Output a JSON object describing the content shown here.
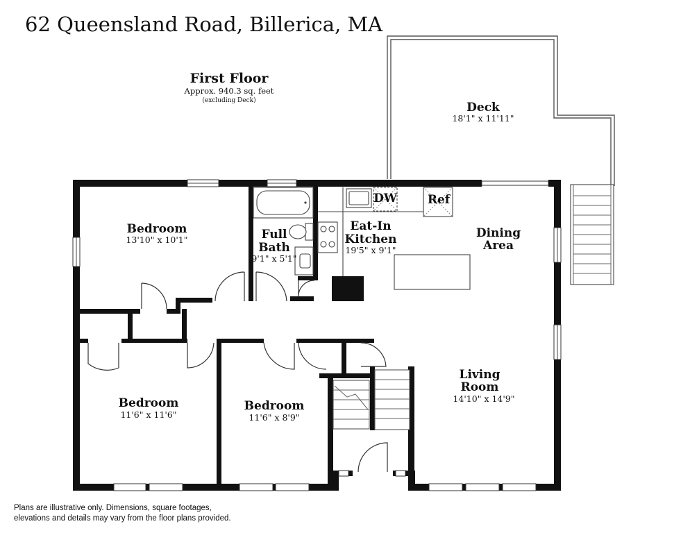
{
  "title": "62 Queensland Road, Billerica, MA",
  "floor": {
    "name": "First Floor",
    "area": "Approx. 940.3 sq. feet",
    "note": "(excluding Deck)"
  },
  "rooms": {
    "deck": {
      "name": "Deck",
      "dims": "18'1\" x 11'11\""
    },
    "bedroom_top": {
      "name": "Bedroom",
      "dims": "13'10\" x 10'1\""
    },
    "full_bath": {
      "line1": "Full",
      "line2": "Bath",
      "dims": "9'1\" x 5'1\""
    },
    "kitchen": {
      "line1": "Eat-In",
      "line2": "Kitchen",
      "dims": "19'5\" x 9'1\""
    },
    "dining": {
      "line1": "Dining",
      "line2": "Area"
    },
    "bedroom_left": {
      "name": "Bedroom",
      "dims": "11'6\" x 11'6\""
    },
    "bedroom_mid": {
      "name": "Bedroom",
      "dims": "11'6\" x 8'9\""
    },
    "living": {
      "line1": "Living",
      "line2": "Room",
      "dims": "14'10\" x 14'9\""
    }
  },
  "appliances": {
    "dishwasher": "DW",
    "refrigerator": "Ref"
  },
  "disclaimer": {
    "line1": "Plans are illustrative only. Dimensions, square footages,",
    "line2": "elevations and details may vary from the floor plans provided."
  }
}
